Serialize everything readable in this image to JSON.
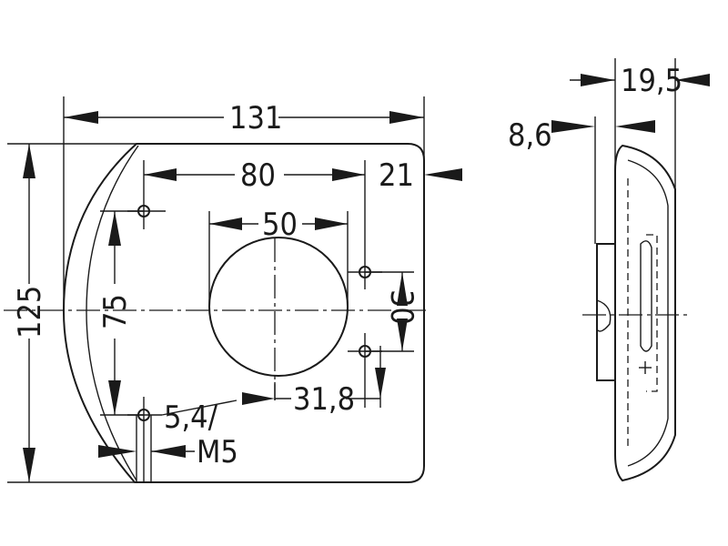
{
  "front_view": {
    "overall_width": "131",
    "overall_height": "125",
    "hole_spacing_horizontal": "80",
    "hole_spacing_vertical": "75",
    "edge_offset_right": "21",
    "center_hole_diameter": "50",
    "right_hole_spacing": "30",
    "center_to_right_holes": "31,8",
    "hole_size_line1": "5,4/",
    "hole_size_line2": "M5"
  },
  "side_view": {
    "total_depth": "19,5",
    "base_depth": "8,6"
  },
  "colors": {
    "line": "#1a1a1a",
    "background": "#ffffff"
  }
}
